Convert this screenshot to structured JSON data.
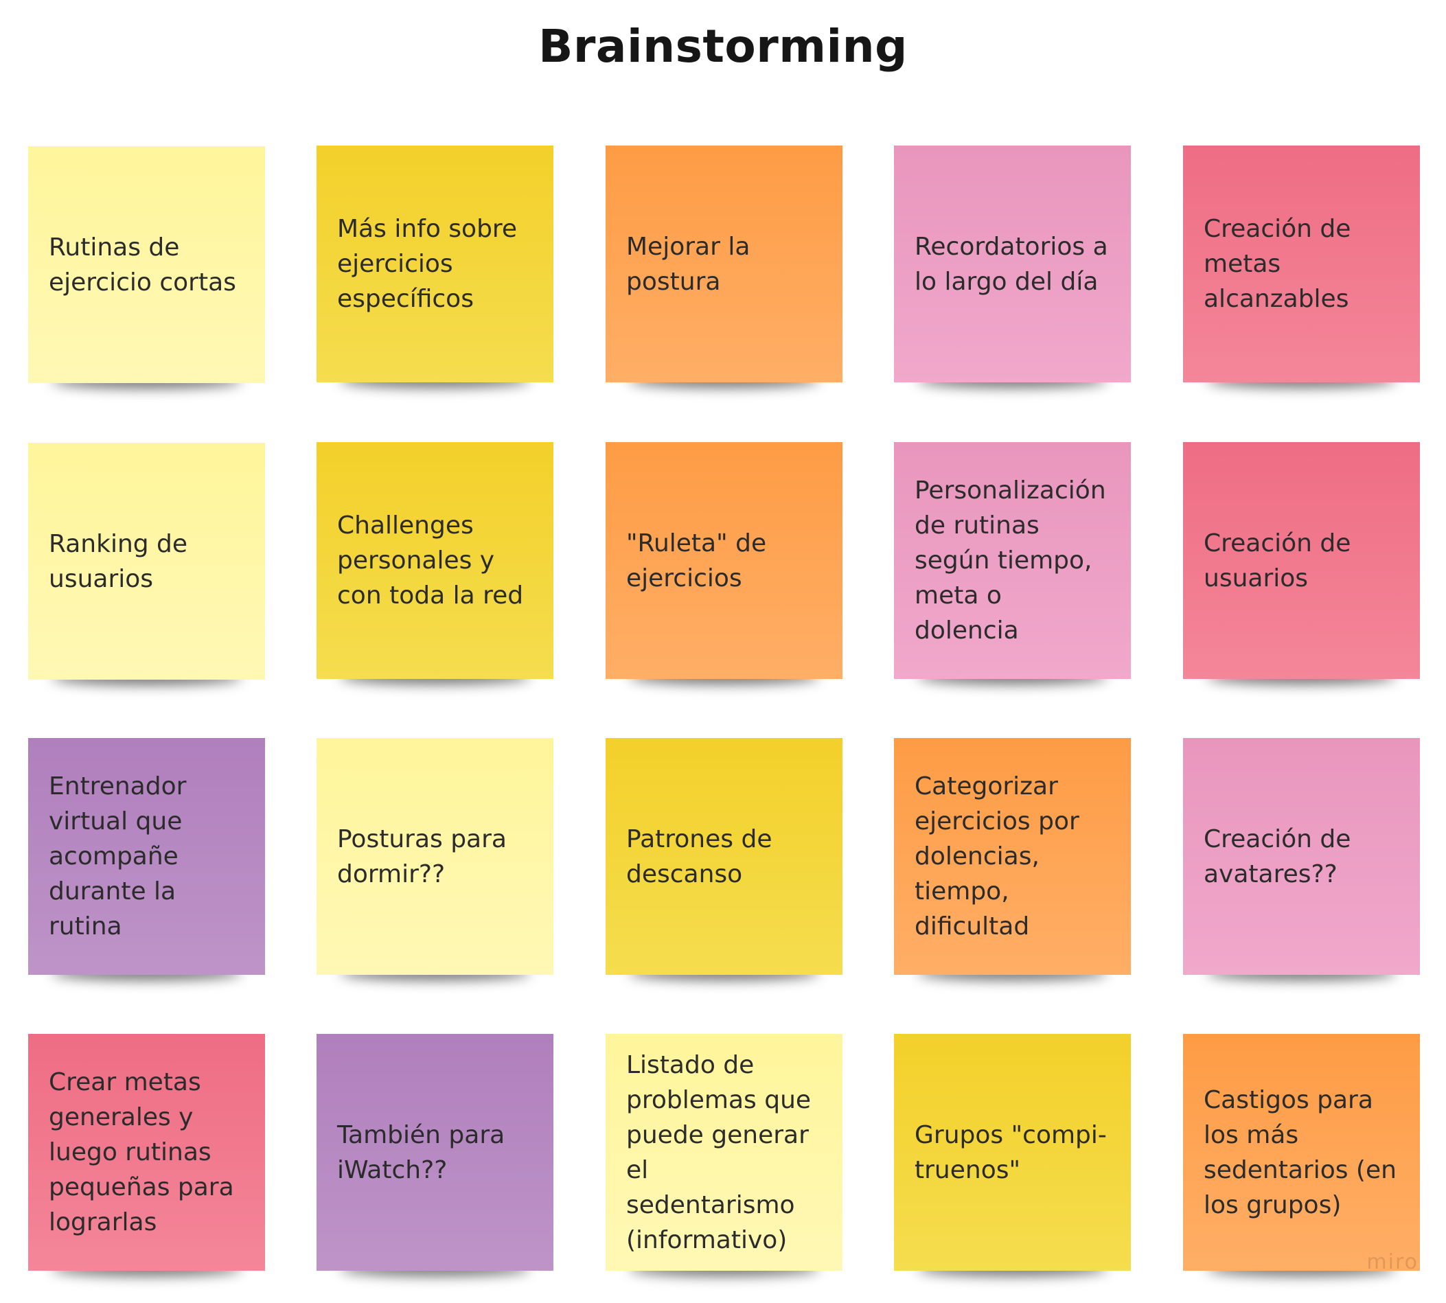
{
  "board": {
    "title": "Brainstorming",
    "watermark": "miro"
  },
  "notes": [
    {
      "text": "Rutinas de\nejercicio cortas",
      "color": "#fff59b"
    },
    {
      "text": "Más info sobre\nejercicios\nespecíficos",
      "color": "#f3d02a"
    },
    {
      "text": "Mejorar la\npostura",
      "color": "#fe9c45"
    },
    {
      "text": "Recordatorios a\nlo largo del día",
      "color": "#e996bd"
    },
    {
      "text": "Creación de\nmetas\nalcanzables",
      "color": "#ee6d84"
    },
    {
      "text": "Ranking de\nusuarios",
      "color": "#fff59b"
    },
    {
      "text": "Challenges\npersonales y\ncon toda la red",
      "color": "#f3d02a"
    },
    {
      "text": "\"Ruleta\" de\nejercicios",
      "color": "#fe9c45"
    },
    {
      "text": "Personalización\nde rutinas\nsegún tiempo,\nmeta o dolencia",
      "color": "#e996bd"
    },
    {
      "text": "Creación de\nusuarios",
      "color": "#ee6d84"
    },
    {
      "text": "Entrenador\nvirtual que\nacompañe\ndurante la\nrutina",
      "color": "#b07fbd"
    },
    {
      "text": "Posturas para\ndormir??",
      "color": "#fff59b"
    },
    {
      "text": "Patrones de\ndescanso",
      "color": "#f3d02a"
    },
    {
      "text": "Categorizar\nejercicios por\ndolencias,\ntiempo,\ndificultad",
      "color": "#fe9c45"
    },
    {
      "text": "Creación de\navatares??",
      "color": "#e996bd"
    },
    {
      "text": "Crear metas\ngenerales y\nluego rutinas\npequeñas para\nlograrlas",
      "color": "#ee6d84"
    },
    {
      "text": "También para\niWatch??",
      "color": "#b07fbd"
    },
    {
      "text": "Listado de\nproblemas que\npuede generar\nel sedentarismo\n(informativo)",
      "color": "#fff59b"
    },
    {
      "text": "Grupos \"compi-\ntruenos\"",
      "color": "#f3d02a"
    },
    {
      "text": "Castigos para\nlos más\nsedentarios (en\nlos grupos)",
      "color": "#fe9c45"
    }
  ]
}
